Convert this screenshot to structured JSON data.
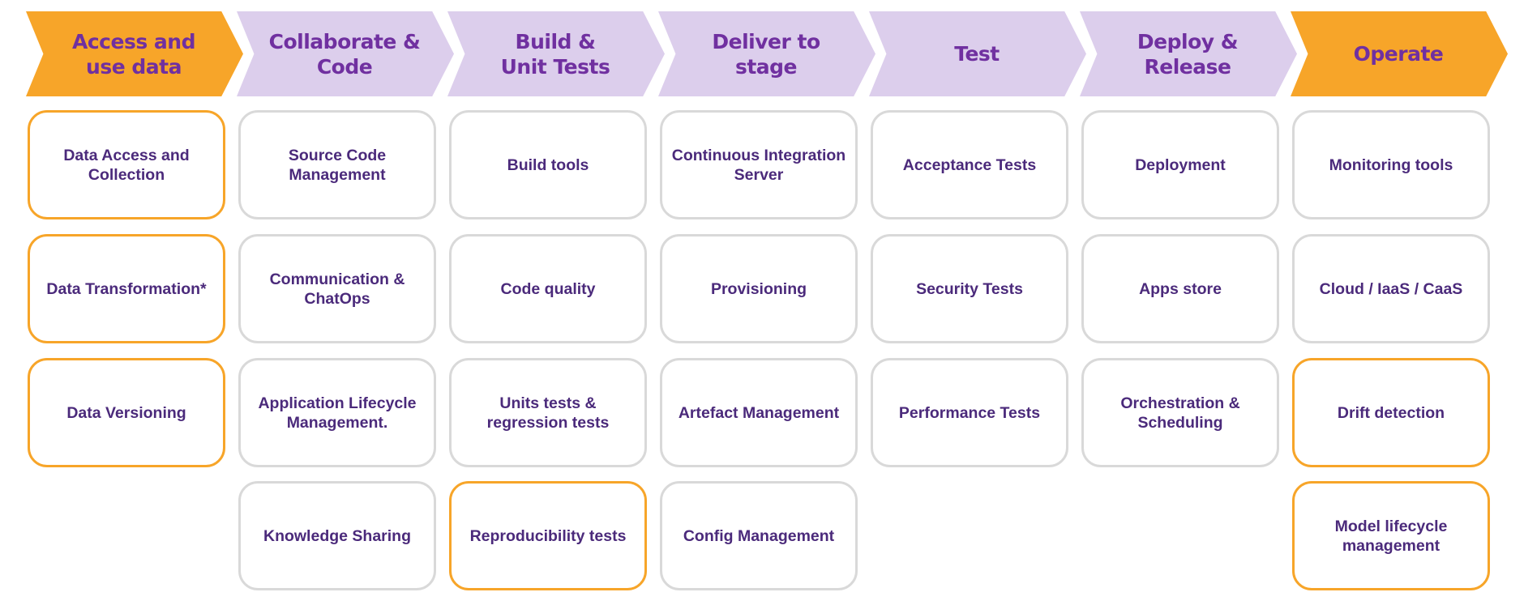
{
  "colors": {
    "highlight_orange": "#F7A529",
    "stage_lavender": "#DCCEEC",
    "header_text_purple": "#7030A0",
    "box_text_purple": "#4B2A7B",
    "box_border_gray": "#D9D9D9"
  },
  "stages": [
    {
      "label": "Access and\nuse data",
      "highlighted": true,
      "items": [
        {
          "label": "Data Access and\nCollection",
          "highlighted": true
        },
        {
          "label": "Data Transformation*",
          "highlighted": true
        },
        {
          "label": "Data Versioning",
          "highlighted": true
        }
      ]
    },
    {
      "label": "Collaborate &\nCode",
      "highlighted": false,
      "items": [
        {
          "label": "Source Code\nManagement",
          "highlighted": false
        },
        {
          "label": "Communication &\nChatOps",
          "highlighted": false
        },
        {
          "label": "Application Lifecycle\nManagement.",
          "highlighted": false
        },
        {
          "label": "Knowledge Sharing",
          "highlighted": false
        }
      ]
    },
    {
      "label": "Build &\nUnit Tests",
      "highlighted": false,
      "items": [
        {
          "label": "Build tools",
          "highlighted": false
        },
        {
          "label": "Code quality",
          "highlighted": false
        },
        {
          "label": "Units tests &\nregression tests",
          "highlighted": false
        },
        {
          "label": "Reproducibility tests",
          "highlighted": true
        }
      ]
    },
    {
      "label": "Deliver to\nstage",
      "highlighted": false,
      "items": [
        {
          "label": "Continuous Integration\nServer",
          "highlighted": false
        },
        {
          "label": "Provisioning",
          "highlighted": false
        },
        {
          "label": "Artefact Management",
          "highlighted": false
        },
        {
          "label": "Config Management",
          "highlighted": false
        }
      ]
    },
    {
      "label": "Test",
      "highlighted": false,
      "items": [
        {
          "label": "Acceptance Tests",
          "highlighted": false
        },
        {
          "label": "Security Tests",
          "highlighted": false
        },
        {
          "label": "Performance Tests",
          "highlighted": false
        }
      ]
    },
    {
      "label": "Deploy &\nRelease",
      "highlighted": false,
      "items": [
        {
          "label": "Deployment",
          "highlighted": false
        },
        {
          "label": "Apps store",
          "highlighted": false
        },
        {
          "label": "Orchestration &\nScheduling",
          "highlighted": false
        }
      ]
    },
    {
      "label": "Operate",
      "highlighted": true,
      "items": [
        {
          "label": "Monitoring tools",
          "highlighted": false
        },
        {
          "label": "Cloud / IaaS / CaaS",
          "highlighted": false
        },
        {
          "label": "Drift detection",
          "highlighted": true
        },
        {
          "label": "Model lifecycle\nmanagement",
          "highlighted": true
        }
      ]
    }
  ]
}
